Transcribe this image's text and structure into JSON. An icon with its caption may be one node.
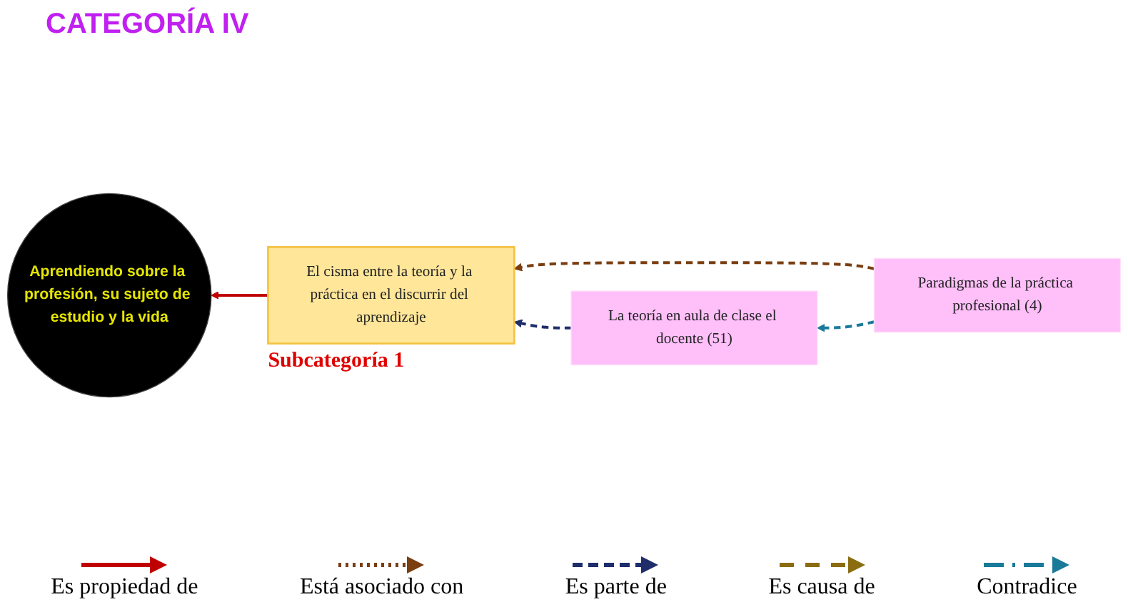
{
  "diagram": {
    "title": "CATEGORÍA IV",
    "nodes": [
      {
        "text": [
          "Aprendiendo sobre la profesión, su sujeto de estudio y la vida"
        ]
      },
      {
        "text": [
          "El cisma entre la teoría y la práctica en el discurrir del aprendizaje"
        ],
        "beside": [
          "Subcategoría 1"
        ]
      },
      {
        "text": [
          "Paradigmas de la práctica profesional (4)"
        ]
      },
      {
        "text": [
          "La teoría en aula de clase el docente (51)"
        ]
      }
    ],
    "edges": [
      {
        "from": 1,
        "to": 0,
        "arrow": "to",
        "color": "#c00000"
      },
      {
        "from": 2,
        "to": 1,
        "arrow": "to",
        "style": "dashed",
        "color": "#7a3e10"
      },
      {
        "from": 3,
        "to": 1,
        "arrow": "to",
        "style": "dashed",
        "color": "#1f2d6b"
      },
      {
        "from": 2,
        "to": 3,
        "arrow": "to",
        "style": "dashed",
        "color": "#1a7a99"
      }
    ],
    "legend": [
      {
        "text": "Es propiedad de"
      },
      {
        "text": "Está asociado con"
      },
      {
        "text": "Es parte de"
      },
      {
        "text": "Es causa de"
      },
      {
        "text": "Contradice"
      }
    ]
  }
}
